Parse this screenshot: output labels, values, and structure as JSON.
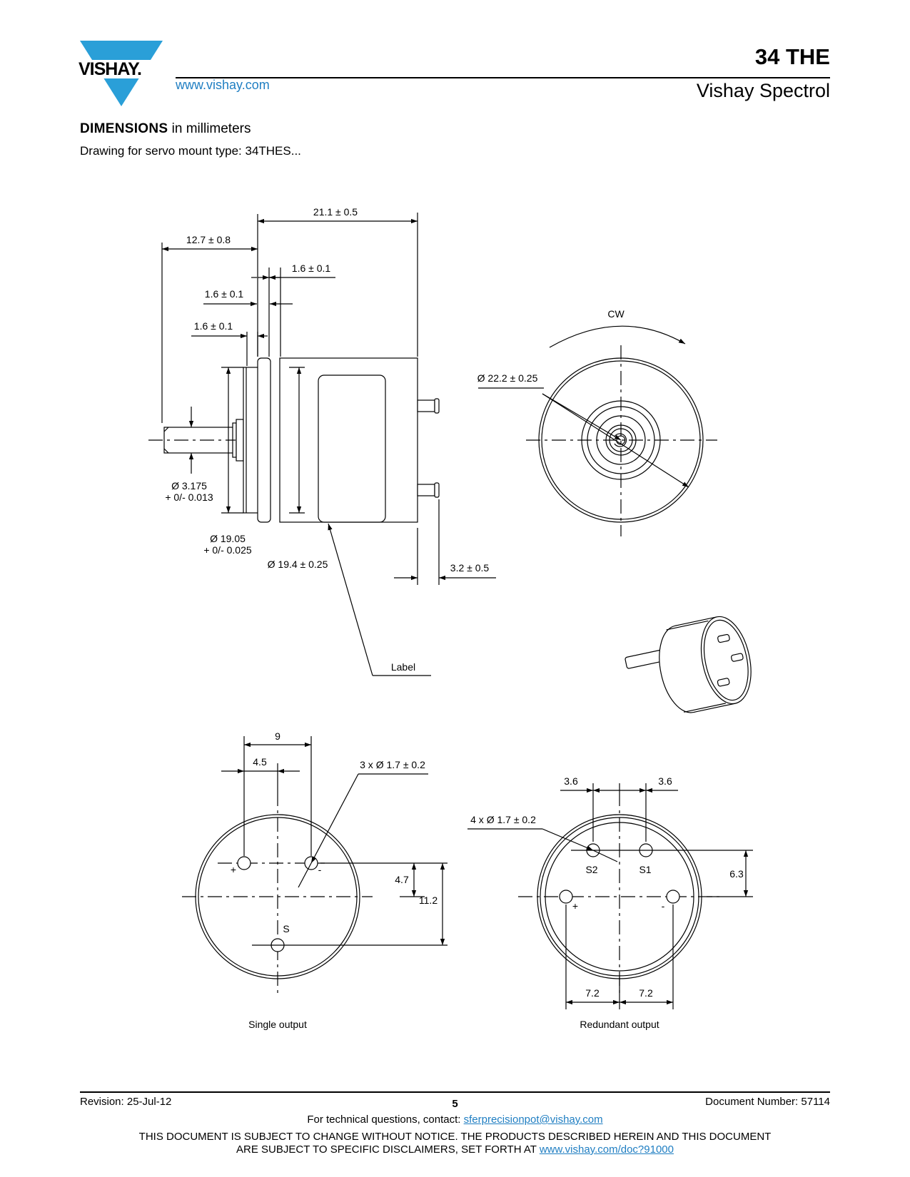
{
  "header": {
    "brand": "VISHAY.",
    "website": "www.vishay.com",
    "title": "34 THE",
    "subtitle": "Vishay Spectrol"
  },
  "section": {
    "heading_bold": "DIMENSIONS",
    "heading_rest": " in millimeters",
    "subheading": "Drawing for servo mount type: 34THES..."
  },
  "drawing": {
    "dim_21_1": "21.1 ± 0.5",
    "dim_12_7": "12.7 ± 0.8",
    "dim_1_6_a": "1.6 ± 0.1",
    "dim_1_6_b": "1.6 ± 0.1",
    "dim_1_6_c": "1.6 ± 0.1",
    "shaft_dia_1": "Ø 3.175",
    "shaft_dia_2": "+ 0/- 0.013",
    "pilot_dia_1": "Ø 19.05",
    "pilot_dia_2": "+ 0/- 0.025",
    "body_dia": "Ø 19.4 ± 0.25",
    "terminal_len": "3.2 ± 0.5",
    "label": "Label",
    "cw": "CW",
    "outer_dia": "Ø 22.2 ± 0.25",
    "single_9": "9",
    "single_4_5": "4.5",
    "single_holes": "3 x Ø 1.7 ± 0.2",
    "single_4_7": "4.7",
    "single_11_2": "11.2",
    "plus": "+",
    "minus": "-",
    "s": "S",
    "single_caption": "Single output",
    "red_3_6_l": "3.6",
    "red_3_6_r": "3.6",
    "red_holes": "4 x Ø 1.7 ± 0.2",
    "s2": "S2",
    "s1": "S1",
    "red_6_3": "6.3",
    "red_7_2_l": "7.2",
    "red_7_2_r": "7.2",
    "red_caption": "Redundant output"
  },
  "footer": {
    "revision": "Revision: 25-Jul-12",
    "page": "5",
    "docnum": "Document Number: 57114",
    "contact_text": "For technical questions, contact: ",
    "contact_email": "sferprecisionpot@vishay.com",
    "disclaimer_1": "THIS DOCUMENT IS SUBJECT TO CHANGE WITHOUT NOTICE. THE PRODUCTS DESCRIBED HEREIN AND THIS DOCUMENT",
    "disclaimer_2": "ARE SUBJECT TO SPECIFIC DISCLAIMERS, SET FORTH AT ",
    "disclaimer_link": "www.vishay.com/doc?91000"
  },
  "colors": {
    "brand_blue": "#2a9fd8",
    "link_blue": "#1f7ec2"
  }
}
